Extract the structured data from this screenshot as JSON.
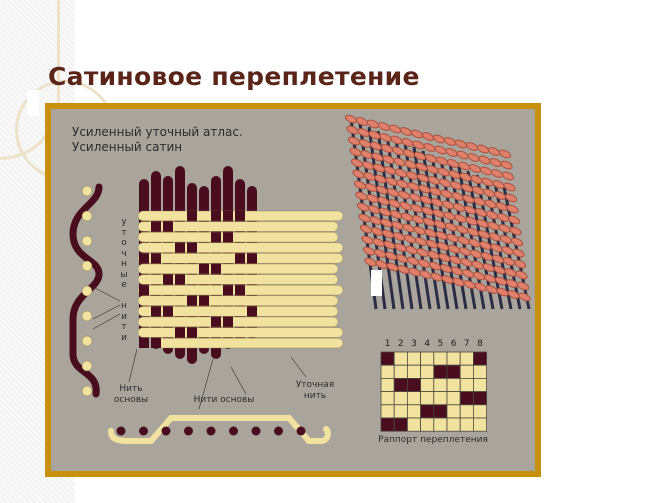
{
  "slide": {
    "title": "Сатиновое переплетение"
  },
  "figure": {
    "subtitle_line1": "Усиленный уточный атлас.",
    "subtitle_line2": "Усиленный сатин",
    "weft_threads_vertical_label": "уточные нити",
    "warp_thread_label": "Нить основы",
    "warp_threads_label": "Нити основы",
    "weft_thread_label": "Уточная нить",
    "rapport_columns": [
      "1",
      "2",
      "3",
      "4",
      "5",
      "6",
      "7",
      "8"
    ],
    "rapport_caption": "Раппорт переплетения",
    "rapport_pattern": [
      [
        1,
        0,
        0,
        0,
        0,
        0,
        0,
        1
      ],
      [
        0,
        0,
        0,
        0,
        1,
        1,
        0,
        0
      ],
      [
        0,
        1,
        1,
        0,
        0,
        0,
        0,
        0
      ],
      [
        0,
        0,
        0,
        0,
        0,
        0,
        1,
        1
      ],
      [
        0,
        0,
        0,
        1,
        1,
        0,
        0,
        0
      ],
      [
        1,
        1,
        0,
        0,
        0,
        0,
        0,
        0
      ]
    ],
    "colors": {
      "warp": "#4a0d1f",
      "weft": "#f2e2a0",
      "frame": "#c8900c",
      "background": "#a9a59d",
      "title": "#5a2418"
    }
  }
}
